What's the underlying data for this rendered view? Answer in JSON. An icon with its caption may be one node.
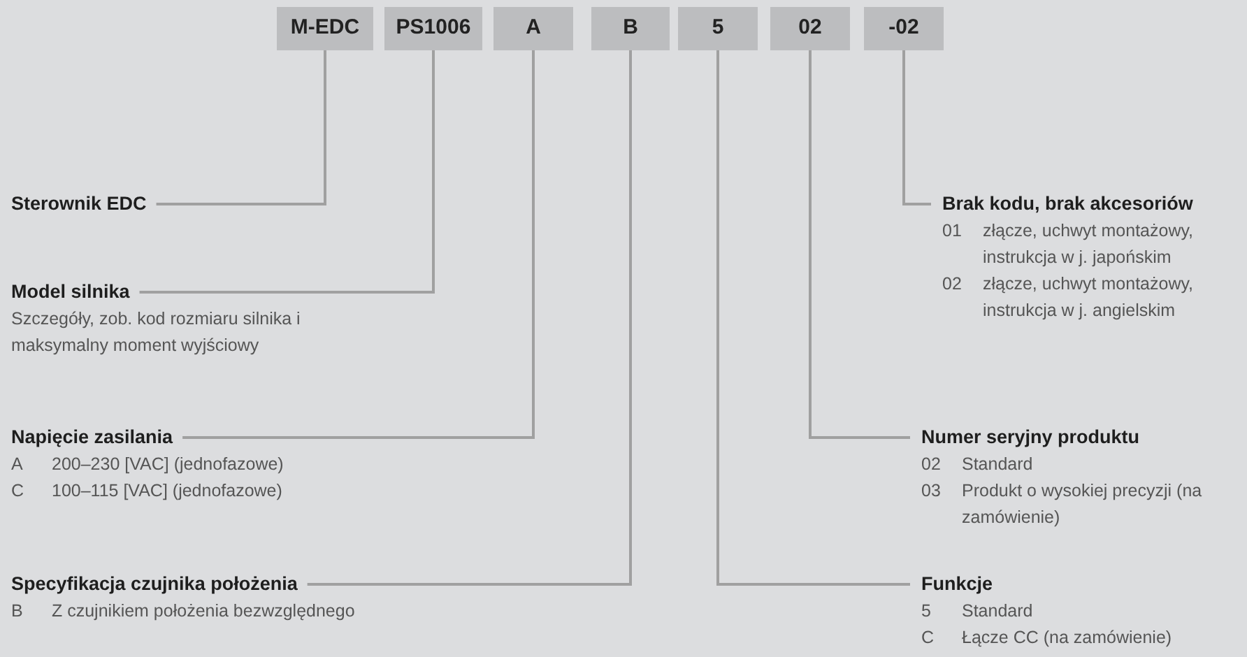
{
  "diagram": {
    "nodes": [
      {
        "text": [
          "M-EDC"
        ]
      },
      {
        "text": [
          "PS1006"
        ]
      },
      {
        "text": [
          "A"
        ]
      },
      {
        "text": [
          "B"
        ]
      },
      {
        "text": [
          "5"
        ]
      },
      {
        "text": [
          "02"
        ]
      },
      {
        "text": [
          "-02"
        ]
      },
      {
        "text": [
          "Sterownik EDC"
        ]
      },
      {
        "text": [
          "Model silnika"
        ],
        "beside": [
          "Szczegóły, zob. kod rozmiaru silnika i maksymalny moment wyjściowy"
        ]
      },
      {
        "text": [
          "Napięcie zasilania"
        ],
        "beside": [
          "A",
          "200–230 [VAC] (jednofazowe)",
          "C",
          "100–115 [VAC] (jednofazowe)"
        ]
      },
      {
        "text": [
          "Specyfikacja czujnika położenia"
        ],
        "beside": [
          "B",
          "Z czujnikiem położenia bezwzględnego"
        ]
      },
      {
        "text": [
          "Brak kodu, brak akcesoriów"
        ],
        "beside": [
          "01",
          "złącze, uchwyt montażowy, instrukcja w j. japońskim",
          "02",
          "złącze, uchwyt montażowy, instrukcja w j. angielskim"
        ]
      },
      {
        "text": [
          "Numer seryjny produktu"
        ],
        "beside": [
          "02",
          "Standard",
          "03",
          "Produkt o wysokiej precyzji (na zamówienie)"
        ]
      },
      {
        "text": [
          "Funkcje"
        ],
        "beside": [
          "5",
          "Standard",
          "C",
          "Łącze CC (na zamówienie)"
        ]
      }
    ],
    "edges": [
      {
        "from": 0,
        "to": 7,
        "arrow": "none"
      },
      {
        "from": 1,
        "to": 8,
        "arrow": "none"
      },
      {
        "from": 2,
        "to": 9,
        "arrow": "none"
      },
      {
        "from": 3,
        "to": 10,
        "arrow": "none"
      },
      {
        "from": 4,
        "to": 13,
        "arrow": "none"
      },
      {
        "from": 5,
        "to": 12,
        "arrow": "none"
      },
      {
        "from": 6,
        "to": 11,
        "arrow": "none"
      }
    ]
  }
}
